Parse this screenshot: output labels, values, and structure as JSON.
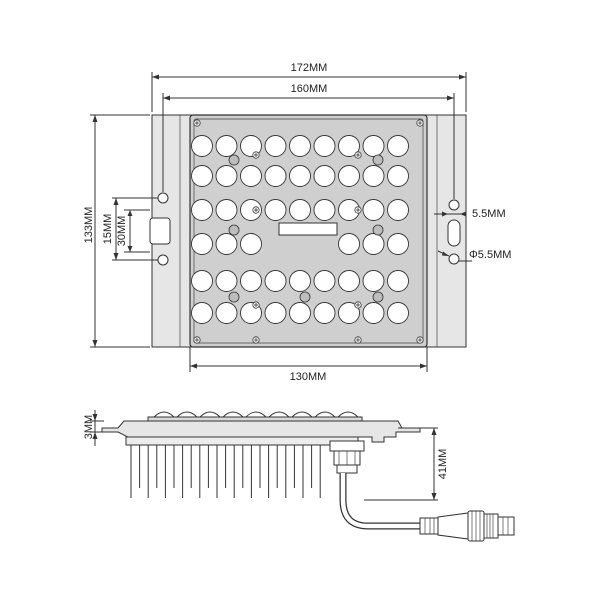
{
  "dimensions": {
    "overall_width": "172MM",
    "hole_spacing": "160MM",
    "pcb_width": "130MM",
    "height": "133MM",
    "slot_spacing": "15MM",
    "slot_length": "30MM",
    "slot_width": "5.5MM",
    "hole_diameter": "Φ5.5MM",
    "plate_thickness": "3MM",
    "profile_height": "41MM"
  },
  "colors": {
    "line": "#333333",
    "plate": "#e6e6e6",
    "pcb": "#cfcfcf",
    "lens": "#ffffff"
  }
}
